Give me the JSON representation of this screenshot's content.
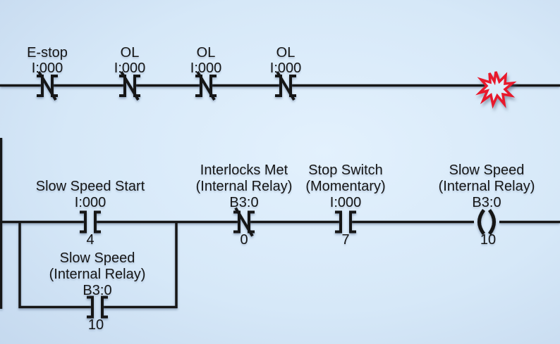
{
  "diagram_type": "plc-ladder-logic",
  "colors": {
    "wire": "#161616",
    "text": "#161616",
    "fault_red": "#e8192c",
    "background_center": "#e3f1fd",
    "background_edge": "#a9bed9"
  },
  "rung1": {
    "contacts": [
      {
        "label": "E-stop",
        "address": "I:000",
        "type": "NC contact"
      },
      {
        "label": "OL",
        "address": "I:000",
        "type": "NC contact"
      },
      {
        "label": "OL",
        "address": "I:000",
        "type": "NC contact"
      },
      {
        "label": "OL",
        "address": "I:000",
        "type": "NC contact"
      }
    ],
    "fault_icon": "wire-break-starburst"
  },
  "rung2": {
    "elements": [
      {
        "label": "Slow Speed Start",
        "address": "I:000",
        "bit": "4",
        "type": "NO contact"
      },
      {
        "label": "Interlocks Met",
        "sublabel": "(Internal Relay)",
        "address": "B3:0",
        "bit": "0",
        "type": "NC contact"
      },
      {
        "label": "Stop Switch",
        "sublabel": "(Momentary)",
        "address": "I:000",
        "bit": "7",
        "type": "NO contact"
      },
      {
        "label": "Slow Speed",
        "sublabel": "(Internal Relay)",
        "address": "B3:0",
        "bit": "10",
        "type": "output coil"
      }
    ],
    "branch": {
      "label": "Slow Speed",
      "sublabel": "(Internal Relay)",
      "address": "B3:0",
      "bit": "10",
      "type": "NO contact"
    }
  }
}
